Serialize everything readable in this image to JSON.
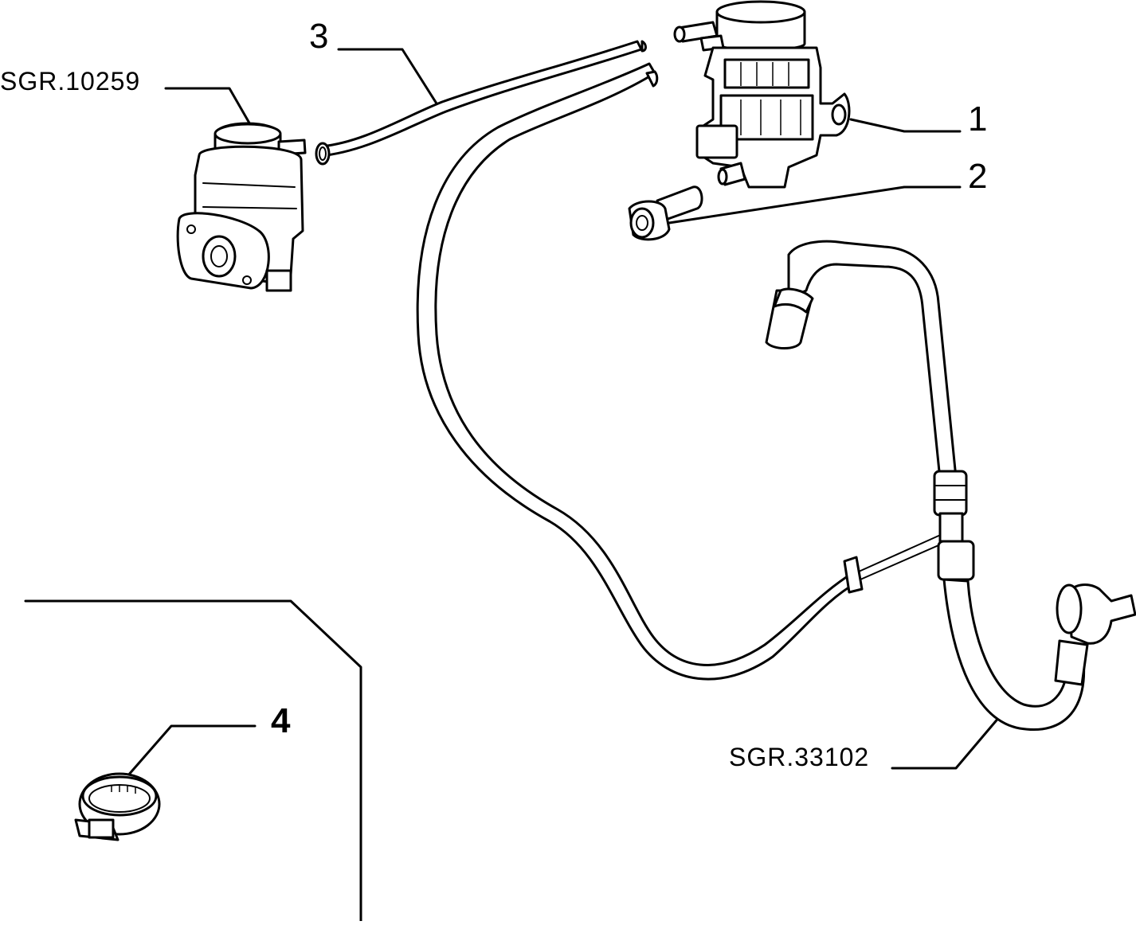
{
  "callouts": {
    "part_1": "1",
    "part_2": "2",
    "part_3": "3",
    "part_4": "4",
    "ref_left": "SGR.10259",
    "ref_bottom": "SGR.33102"
  }
}
